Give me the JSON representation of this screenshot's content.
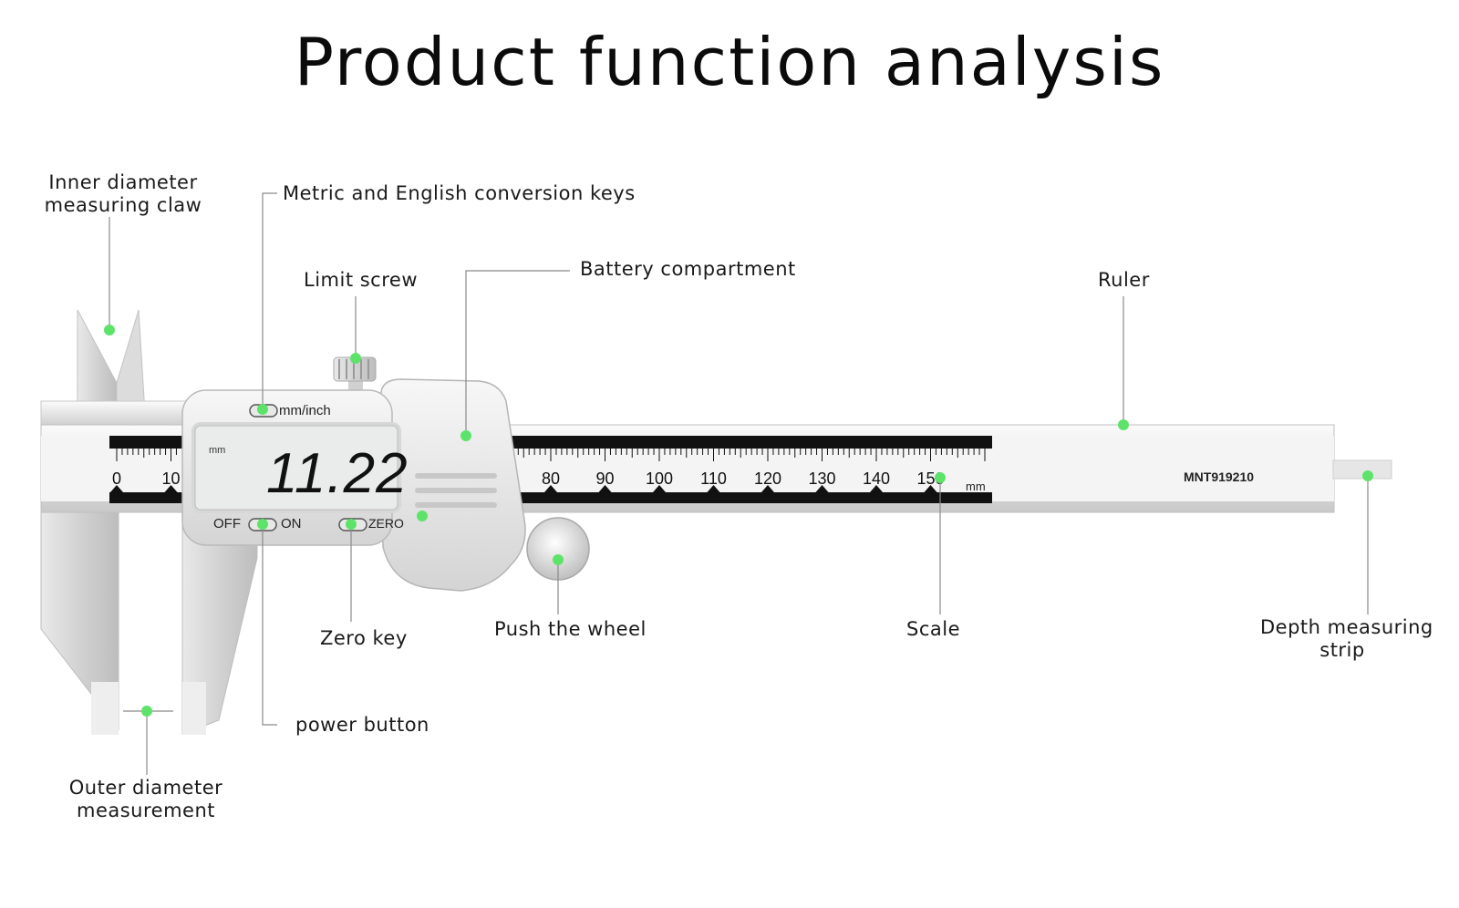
{
  "title": "Product function analysis",
  "display": {
    "unit": "mm",
    "reading": "11.22",
    "mm_inch_key": "mm/inch",
    "off_label": "OFF",
    "on_label": "ON",
    "zero_key": "ZERO"
  },
  "scale": {
    "visible_ticks_left": [
      "0",
      "10"
    ],
    "visible_ticks_right": [
      "80",
      "90",
      "100",
      "110",
      "120",
      "130",
      "140",
      "150"
    ],
    "unit": "mm",
    "model": "MNT919210"
  },
  "labels": {
    "inner_claw": [
      "Inner diameter",
      "measuring claw"
    ],
    "conversion_keys": "Metric and English conversion keys",
    "limit_screw": "Limit screw",
    "battery": "Battery compartment",
    "ruler": "Ruler",
    "zero_key": "Zero key",
    "push_wheel": "Push the wheel",
    "scale": "Scale",
    "depth_strip": [
      "Depth measuring",
      "strip"
    ],
    "power_button": "power button",
    "outer_measure": [
      "Outer diameter",
      "measurement"
    ]
  },
  "colors": {
    "marker": "#5ee36a",
    "leader": "#8a8a8a",
    "metal_light": "#f2f2f2",
    "metal_mid": "#d9d9d9",
    "metal_dark": "#b5b5b5",
    "lcd": "#e9ecea",
    "scale_black": "#111111"
  }
}
